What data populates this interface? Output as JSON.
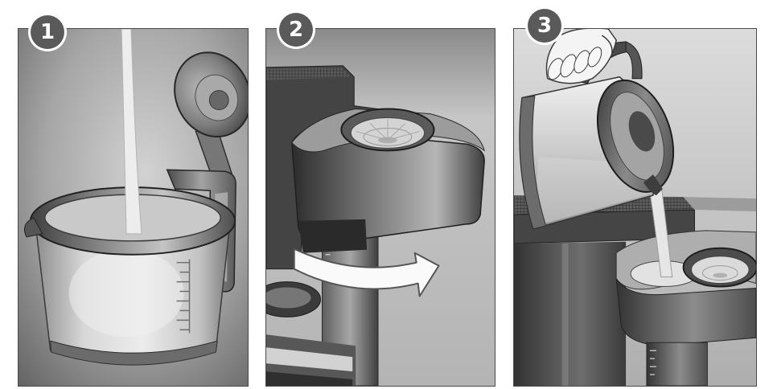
{
  "steps": [
    {
      "number": "1"
    },
    {
      "number": "2"
    },
    {
      "number": "3"
    }
  ],
  "colors": {
    "badge": "#5a5a5a",
    "badge_text": "#ffffff",
    "panel_border": "#4a4a4a"
  }
}
